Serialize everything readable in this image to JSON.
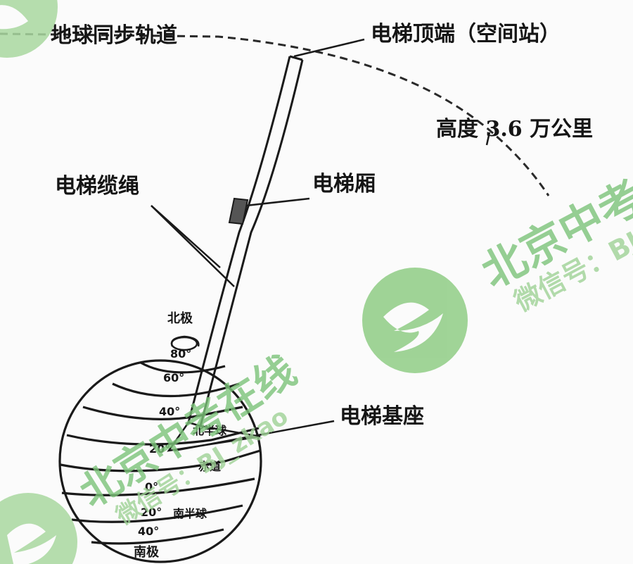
{
  "labels": {
    "geo_orbit": "地球同步轨道",
    "elevator_top": "电梯顶端（空间站）",
    "altitude": "高度 3.6 万公里",
    "elevator_cable": "电梯缆绳",
    "elevator_car": "电梯厢",
    "elevator_base": "电梯基座"
  },
  "globe_labels": {
    "north_pole": "北极",
    "south_pole": "南极",
    "lat_80": "80°",
    "lat_60": "60°",
    "lat_40": "40°",
    "lat_20n": "20°",
    "lat_0": "0°",
    "lat_20s": "20°",
    "lat_40s": "40°",
    "northern_hemisphere": "北半球",
    "equator": "赤道",
    "southern_hemisphere": "南半球"
  },
  "watermark": {
    "site": "北京中考在线",
    "wechat": "微信号：BJ_zkao",
    "site_partial": "北京中考在",
    "wechat_partial": "微信号：BJ",
    "color_main": "#7cc47a",
    "color_light": "#c7e6c1"
  }
}
